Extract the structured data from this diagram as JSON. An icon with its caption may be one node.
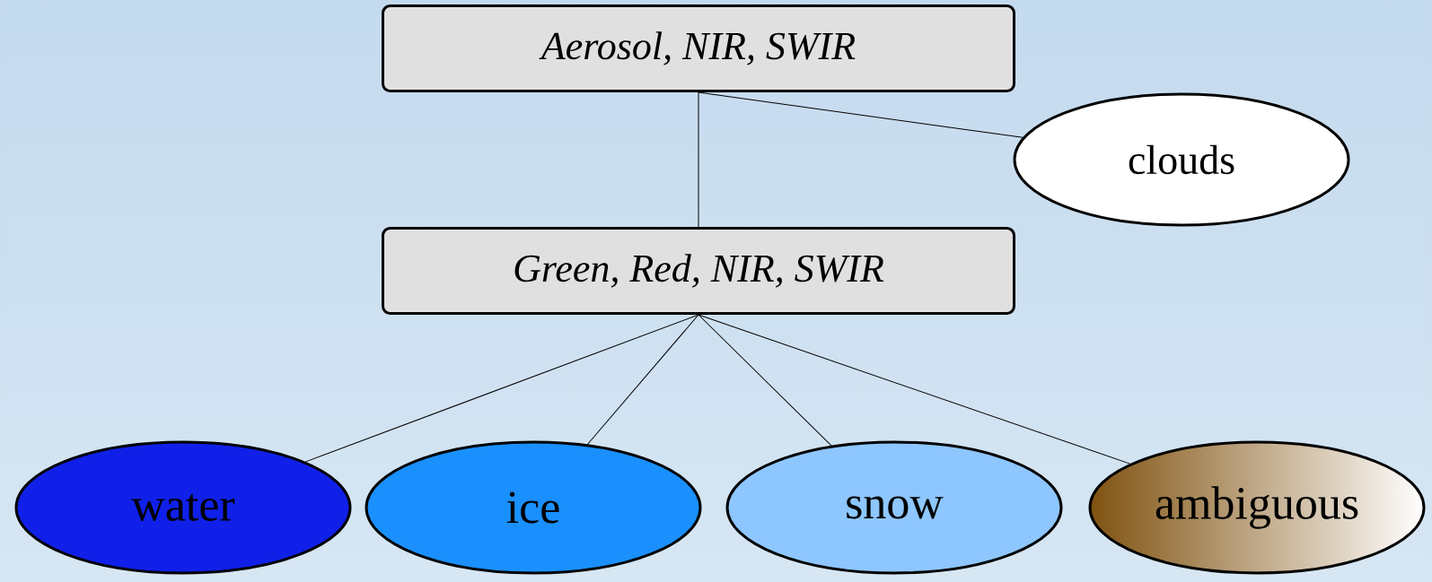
{
  "diagram": {
    "nodes": [
      {
        "text": [
          "Aerosol, NIR, SWIR"
        ]
      },
      {
        "text": [
          "clouds"
        ]
      },
      {
        "text": [
          "Green, Red, NIR, SWIR"
        ]
      },
      {
        "text": [
          "water"
        ]
      },
      {
        "text": [
          "ice"
        ]
      },
      {
        "text": [
          "snow"
        ]
      },
      {
        "text": [
          "ambiguous"
        ]
      }
    ],
    "edges": [
      {
        "from": 0,
        "to": 1,
        "arrow": "none"
      },
      {
        "from": 0,
        "to": 2,
        "arrow": "none"
      },
      {
        "from": 2,
        "to": 3,
        "arrow": "none"
      },
      {
        "from": 2,
        "to": 4,
        "arrow": "none"
      },
      {
        "from": 2,
        "to": 5,
        "arrow": "none"
      },
      {
        "from": 2,
        "to": 6,
        "arrow": "none"
      }
    ]
  }
}
